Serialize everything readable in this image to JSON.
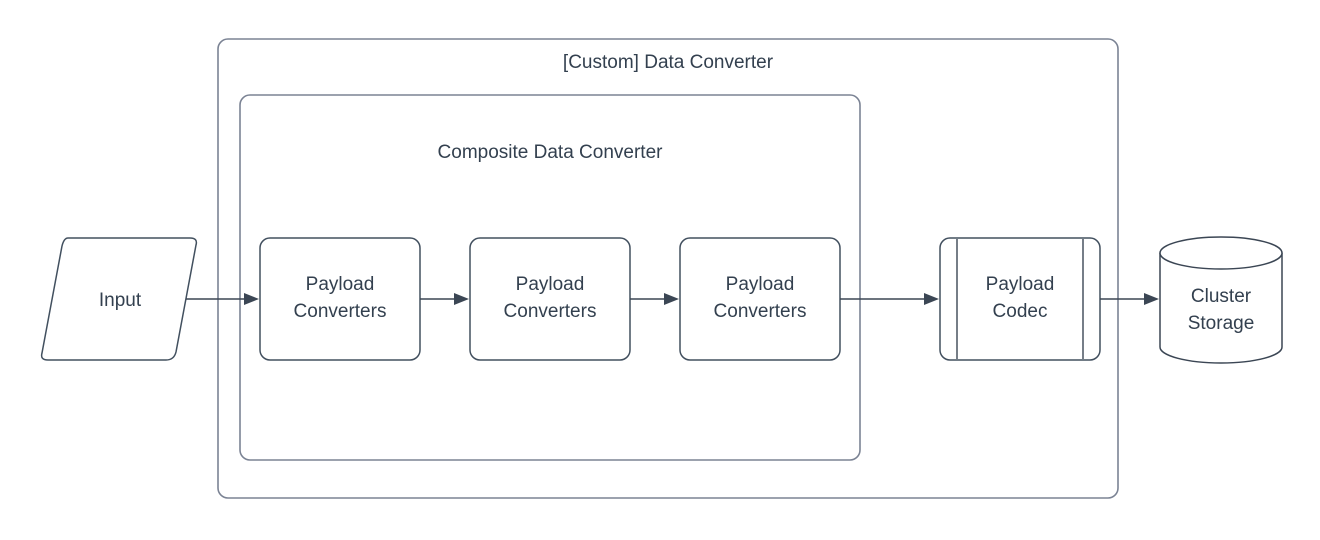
{
  "diagram": {
    "title": "[Custom] Data Converter",
    "containers": [
      {
        "id": "custom-data-converter",
        "label": "[Custom] Data Converter"
      },
      {
        "id": "composite-data-converter",
        "label": "Composite Data Converter"
      }
    ],
    "nodes": [
      {
        "id": "input",
        "label": "Input",
        "shape": "parallelogram"
      },
      {
        "id": "payload-converters-1",
        "label_line1": "Payload",
        "label_line2": "Converters",
        "shape": "rounded-rect"
      },
      {
        "id": "payload-converters-2",
        "label_line1": "Payload",
        "label_line2": "Converters",
        "shape": "rounded-rect"
      },
      {
        "id": "payload-converters-3",
        "label_line1": "Payload",
        "label_line2": "Converters",
        "shape": "rounded-rect"
      },
      {
        "id": "payload-codec",
        "label_line1": "Payload",
        "label_line2": "Codec",
        "shape": "subroutine"
      },
      {
        "id": "cluster-storage",
        "label_line1": "Cluster",
        "label_line2": "Storage",
        "shape": "cylinder"
      }
    ],
    "edges": [
      {
        "id": "input-to-converter-1",
        "from": "input",
        "to": "payload-converters-1",
        "style": "solid-arrow"
      },
      {
        "id": "converter-1-to-converter-2",
        "from": "payload-converters-1",
        "to": "payload-converters-2",
        "style": "solid-arrow"
      },
      {
        "id": "converter-2-to-converter-3",
        "from": "payload-converters-2",
        "to": "payload-converters-3",
        "style": "solid-arrow"
      },
      {
        "id": "converter-3-to-codec",
        "from": "payload-converters-3",
        "to": "payload-codec",
        "style": "solid-arrow"
      },
      {
        "id": "codec-to-storage",
        "from": "payload-codec",
        "to": "cluster-storage",
        "style": "solid-arrow"
      }
    ],
    "colors": {
      "background": "#ffffff",
      "container_border": "#7b8394",
      "node_border": "#42505f",
      "text": "#33404f",
      "connector": "#3b4654"
    }
  }
}
